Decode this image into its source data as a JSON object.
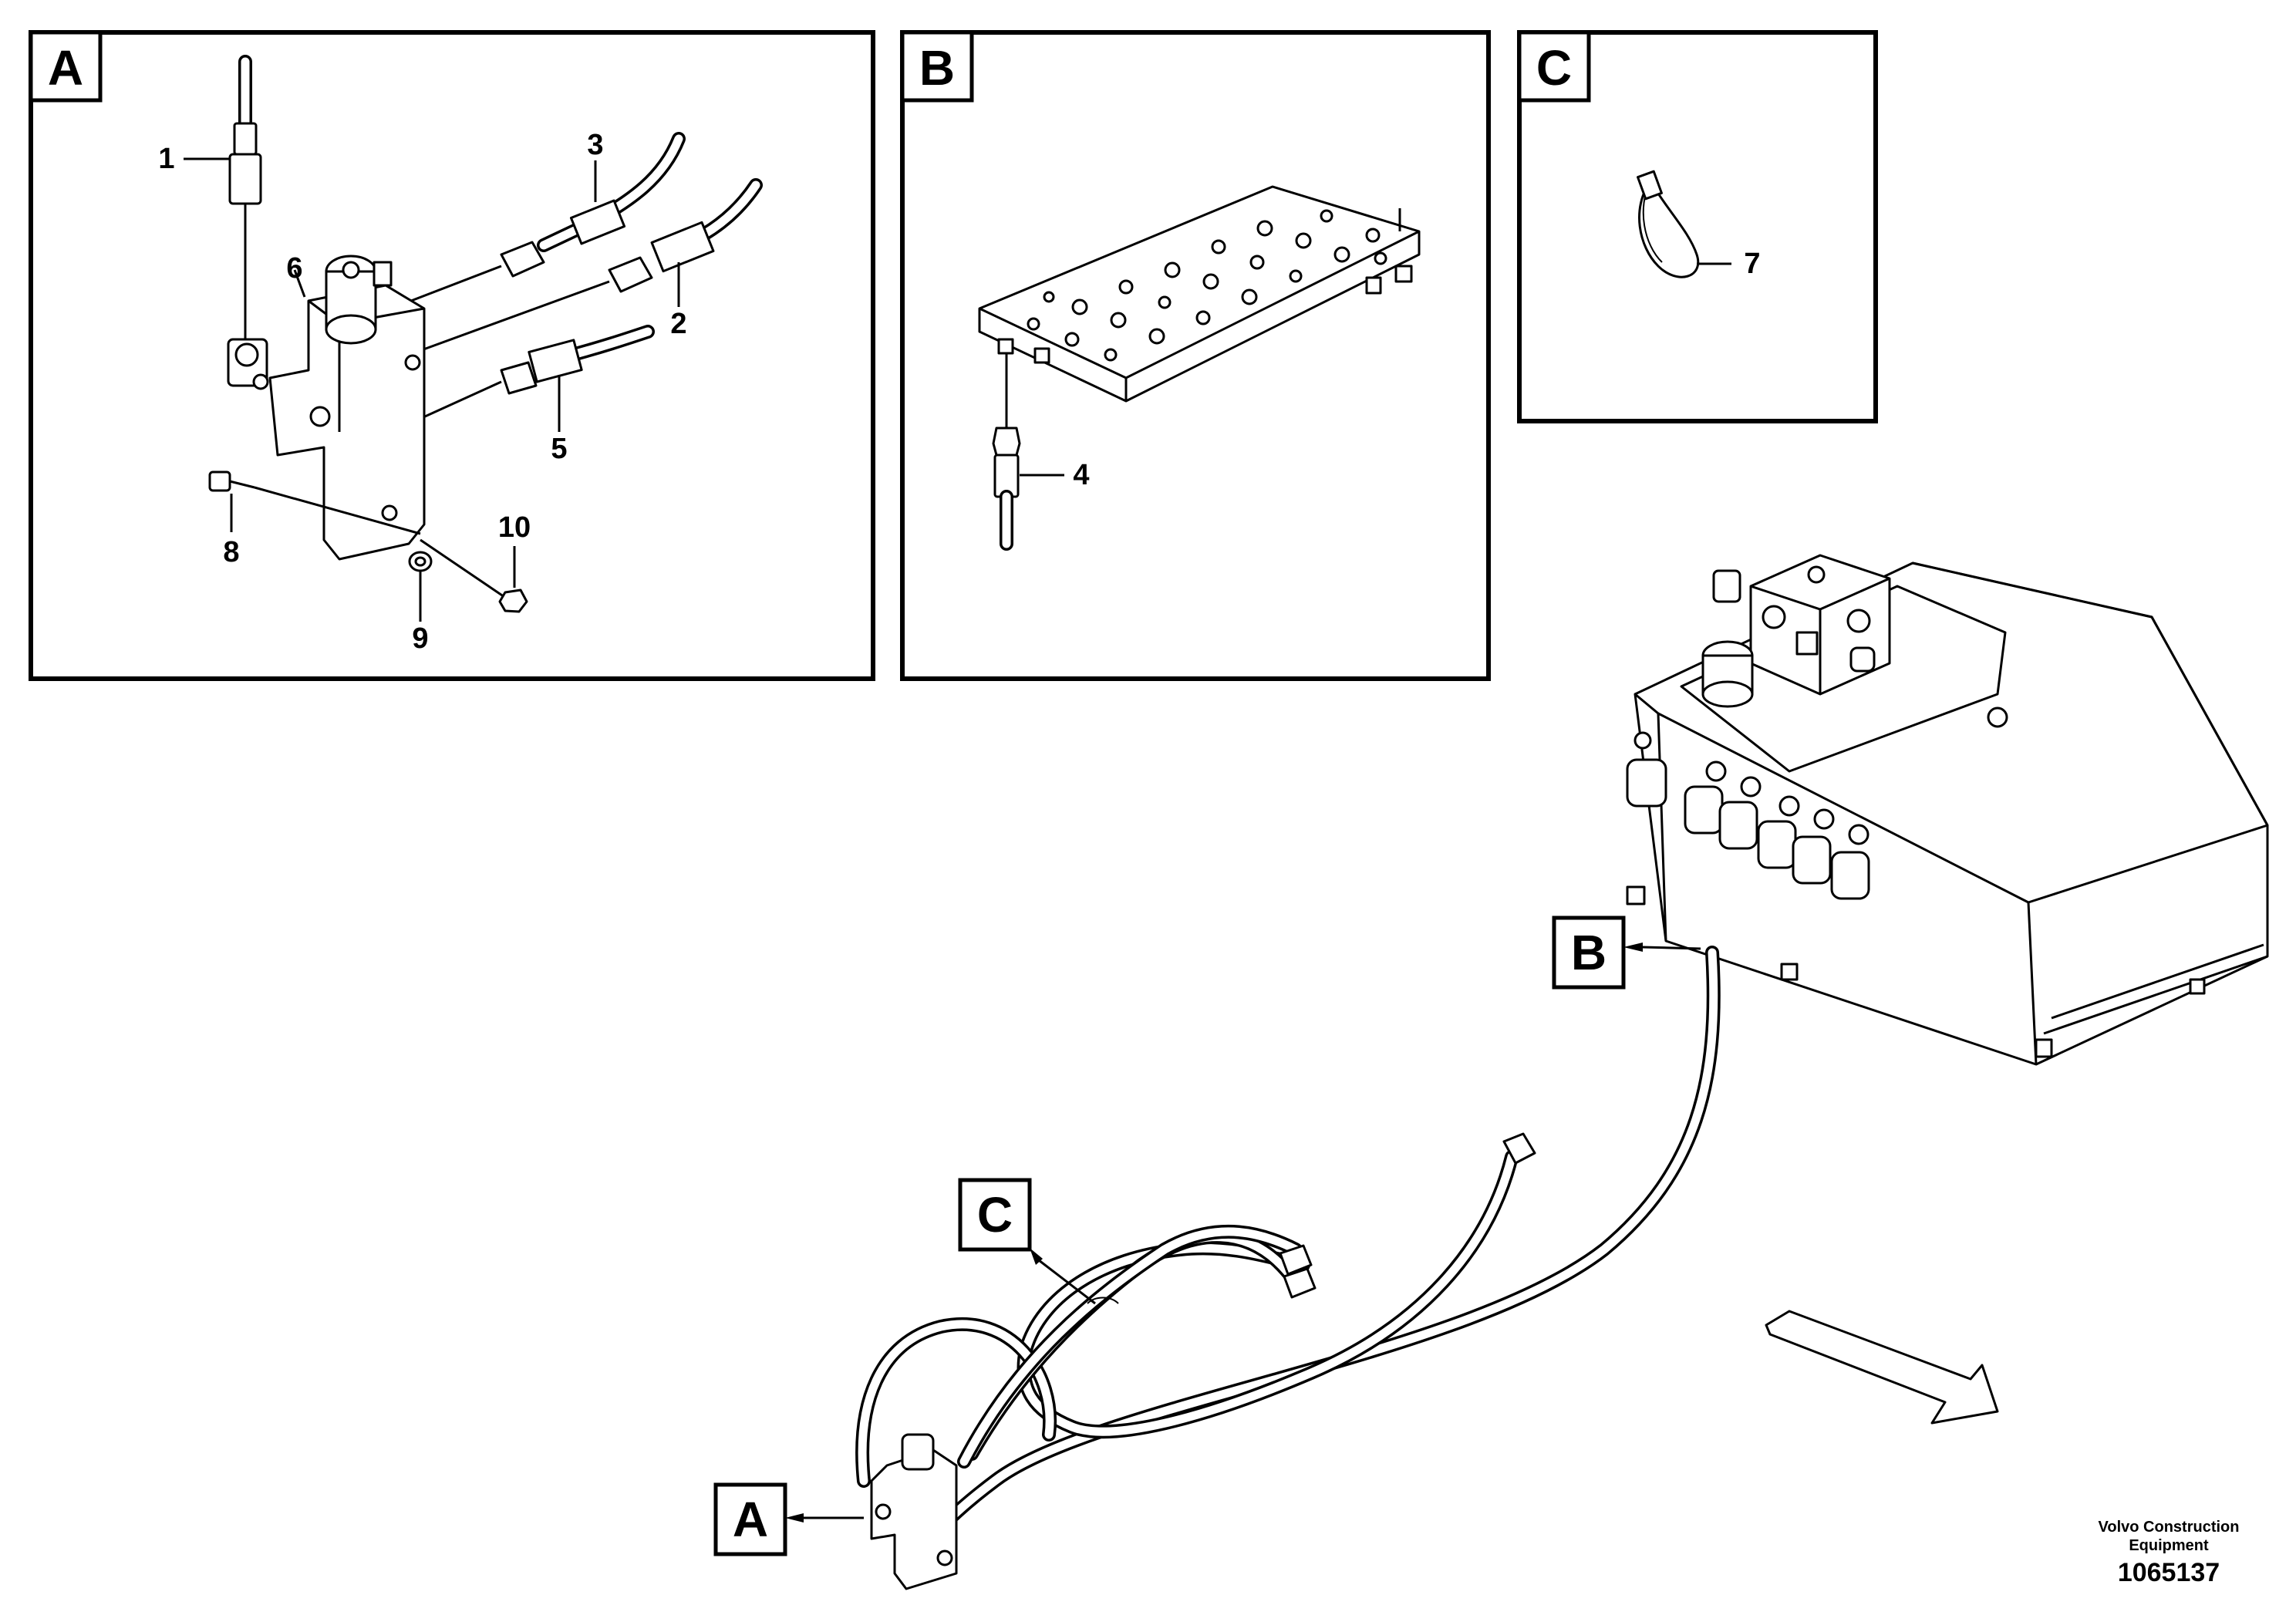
{
  "detail_labels": {
    "a": "A",
    "b": "B",
    "c": "C"
  },
  "part_numbers": {
    "p1": "1",
    "p2": "2",
    "p3": "3",
    "p4": "4",
    "p5": "5",
    "p6": "6",
    "p7": "7",
    "p8": "8",
    "p9": "9",
    "p10": "10"
  },
  "credit": {
    "line1": "Volvo Construction",
    "line2": "Equipment"
  },
  "document_number": "1065137"
}
